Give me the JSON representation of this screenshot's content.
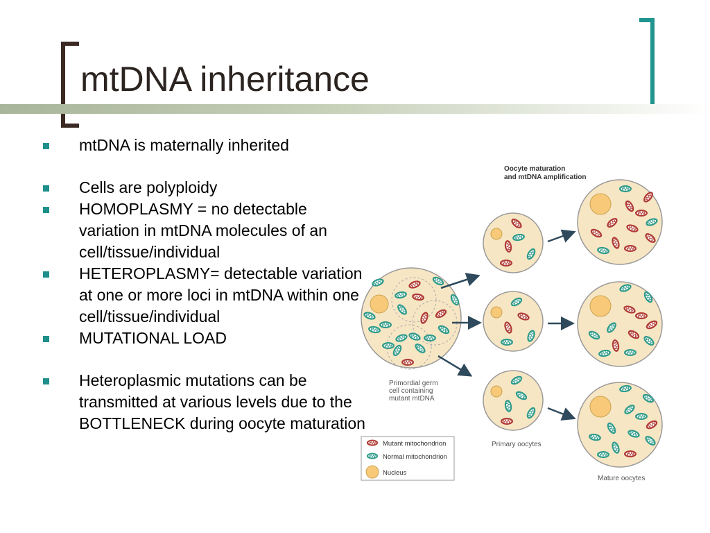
{
  "slide": {
    "title": "mtDNA inheritance",
    "accent_colors": {
      "left_bracket": "#3b2a23",
      "right_bracket": "#20958f",
      "bullet": "#1e8f8a"
    }
  },
  "bullets": [
    {
      "text": "mtDNA is maternally inherited"
    },
    {
      "text": "Cells are polyploidy"
    },
    {
      "text": "HOMOPLASMY = no detectable variation in mtDNA molecules of an cell/tissue/individual"
    },
    {
      "text": "HETEROPLASMY= detectable variation at one or more loci in mtDNA within one cell/tissue/individual"
    },
    {
      "text": "MUTATIONAL LOAD"
    },
    {
      "text": "Heteroplasmic mutations can be transmitted at various levels due to the BOTTLENECK during oocyte maturation"
    }
  ],
  "figure": {
    "heading_line1": "Oocyte maturation",
    "heading_line2": "and mtDNA amplification",
    "primordial_label_line1": "Primordial germ",
    "primordial_label_line2": "cell containing",
    "primordial_label_line3": "mutant mtDNA",
    "primary_label": "Primary oocytes",
    "mature_label": "Mature oocytes",
    "legend": {
      "mutant": "Mutant mitochondrion",
      "normal": "Normal mitochondrion",
      "nucleus": "Nucleus"
    },
    "colors": {
      "cell": "#f7e6c4",
      "cell_border": "#999999",
      "nucleus": "#f9c97a",
      "mutant": "#b03a34",
      "normal": "#2f9b8a",
      "arrow": "#2e4a5c"
    }
  }
}
